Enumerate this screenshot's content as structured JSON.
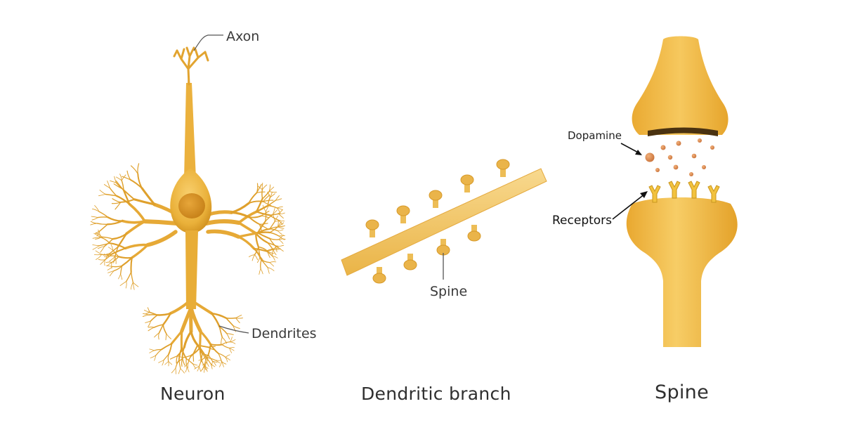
{
  "colors": {
    "cell_fill": "#ecb53c",
    "cell_light": "#f7d27a",
    "cell_dark": "#c98c1c",
    "dopamine": "#d98a4e",
    "receptor": "#f2c23e",
    "line": "#444444",
    "text": "#333333"
  },
  "panels": {
    "neuron": {
      "title": "Neuron",
      "labels": {
        "axon": "Axon",
        "dendrites": "Dendrites"
      }
    },
    "dendritic_branch": {
      "title": "Dendritic branch",
      "labels": {
        "spine": "Spine"
      }
    },
    "spine": {
      "title": "Spine",
      "labels": {
        "dopamine": "Dopamine",
        "receptors": "Receptors"
      }
    }
  }
}
